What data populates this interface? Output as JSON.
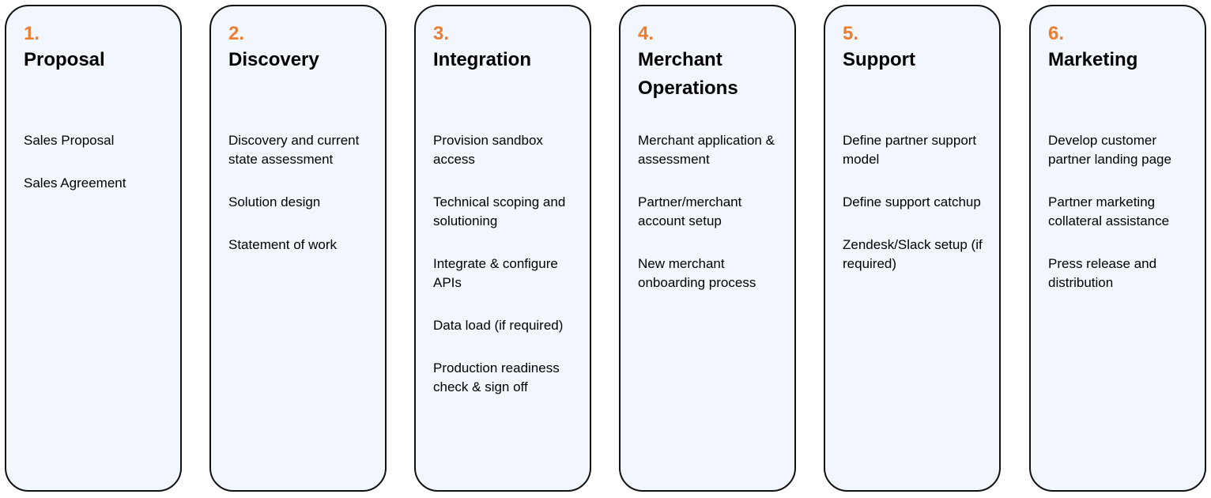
{
  "accent_color": "#ed7d31",
  "stages": [
    {
      "number": "1.",
      "title": "Proposal",
      "items": [
        "Sales Proposal",
        "Sales Agreement"
      ]
    },
    {
      "number": "2.",
      "title": "Discovery",
      "items": [
        "Discovery and current state assessment",
        "Solution design",
        "Statement of work"
      ]
    },
    {
      "number": "3.",
      "title": "Integration",
      "items": [
        "Provision sandbox access",
        "Technical scoping and solutioning",
        "Integrate & configure APIs",
        "Data load (if required)",
        "Production readiness check & sign off"
      ]
    },
    {
      "number": "4.",
      "title": "Merchant Operations",
      "items": [
        "Merchant application & assessment",
        "Partner/merchant account setup",
        "New merchant onboarding process"
      ]
    },
    {
      "number": "5.",
      "title": "Support",
      "items": [
        "Define partner support model",
        "Define support catchup",
        "Zendesk/Slack setup (if required)"
      ]
    },
    {
      "number": "6.",
      "title": "Marketing",
      "items": [
        "Develop customer partner landing page",
        "Partner marketing collateral assistance",
        "Press release and distribution"
      ]
    }
  ]
}
